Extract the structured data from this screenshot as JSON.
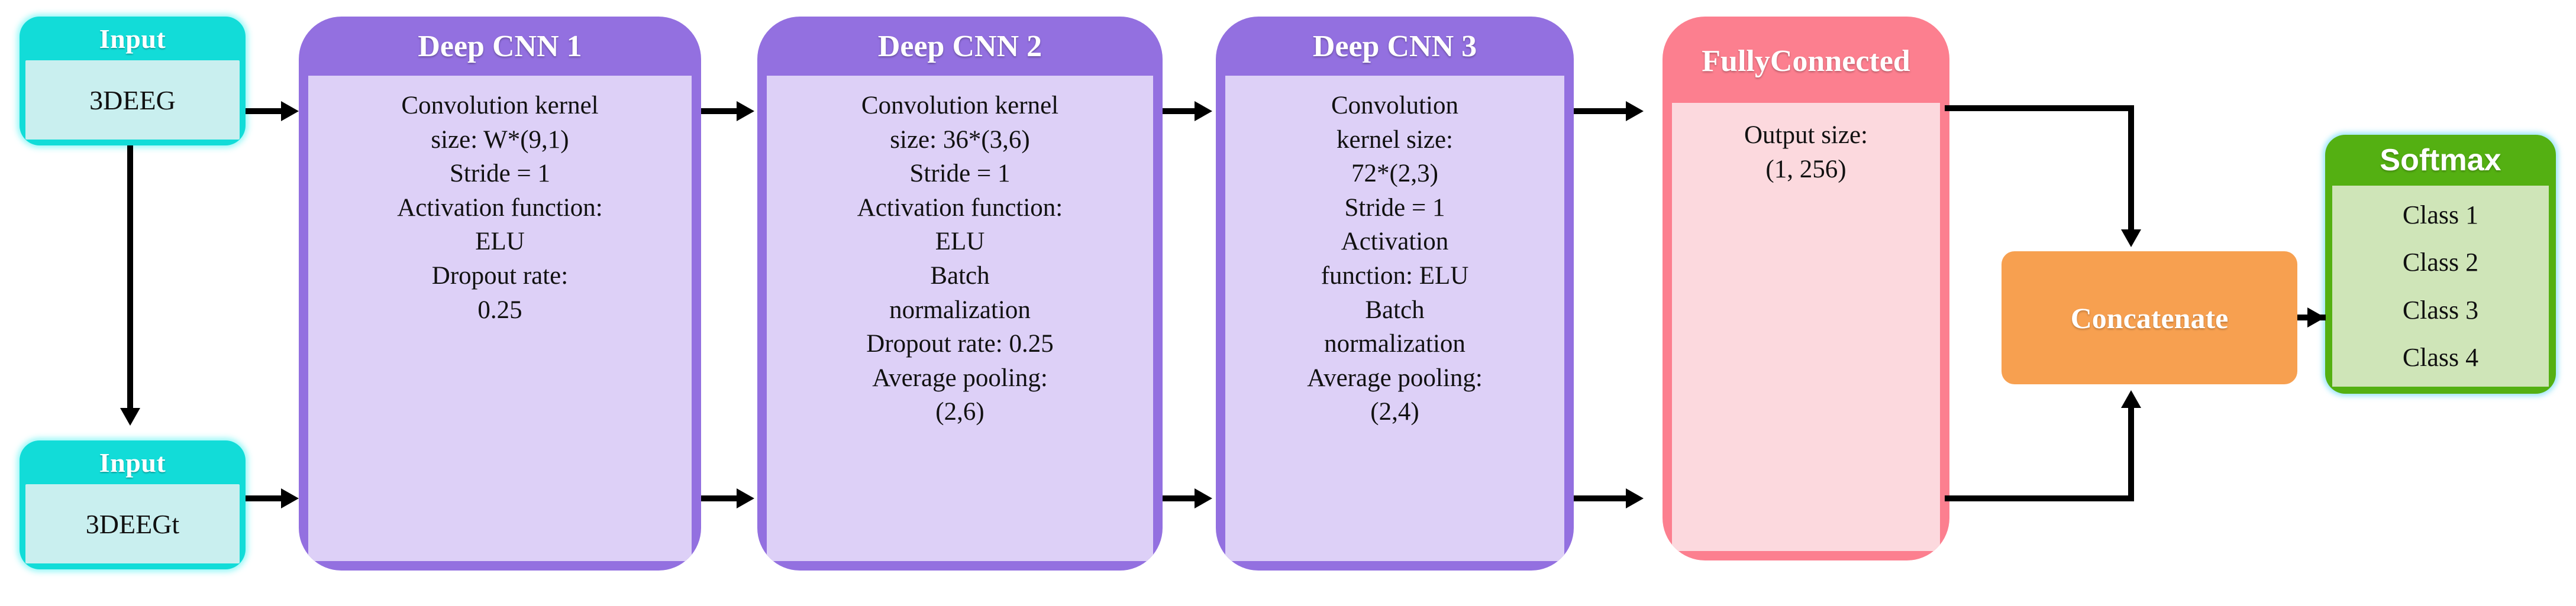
{
  "diagram": {
    "title": "Dual-branch Deep CNN architecture",
    "colors": {
      "input": "#12DCD8",
      "input_body": "#C9EFEF",
      "cnn": "#9370E0",
      "cnn_body": "#DDD0F7",
      "fully_connected": "#FC7F8F",
      "fully_connected_body": "#FCD9DE",
      "concatenate": "#F7A050",
      "softmax": "#54B012",
      "softmax_body": "#CFE5B8",
      "arrow": "#000000",
      "background": "#FFFFFF"
    }
  },
  "inputs": [
    {
      "header": "Input",
      "value": "3DEEG"
    },
    {
      "header": "Input",
      "value": "3DEEGt"
    }
  ],
  "cnn_blocks": [
    {
      "header": "Deep CNN 1",
      "lines": [
        "Convolution kernel",
        "size: W*(9,1)",
        "Stride = 1",
        "Activation function:",
        "ELU",
        "Dropout rate:",
        "0.25"
      ]
    },
    {
      "header": "Deep CNN 2",
      "lines": [
        "Convolution kernel",
        "size: 36*(3,6)",
        "Stride = 1",
        "Activation function:",
        "ELU",
        "Batch",
        "normalization",
        "Dropout rate: 0.25",
        "Average pooling:",
        "(2,6)"
      ]
    },
    {
      "header": "Deep CNN 3",
      "lines": [
        "Convolution",
        "kernel size:",
        "72*(2,3)",
        "Stride = 1",
        "Activation",
        "function: ELU",
        "Batch",
        "normalization",
        "Average pooling:",
        "(2,4)"
      ]
    }
  ],
  "fully_connected": {
    "header": "Fully Connected",
    "header_line1": "Fully",
    "header_line2": "Connected",
    "lines": [
      "Output size:",
      "(1, 256)"
    ]
  },
  "concatenate": {
    "label": "Concatenate"
  },
  "softmax": {
    "header": "Softmax",
    "classes": [
      "Class 1",
      "Class 2",
      "Class 3",
      "Class 4"
    ]
  }
}
